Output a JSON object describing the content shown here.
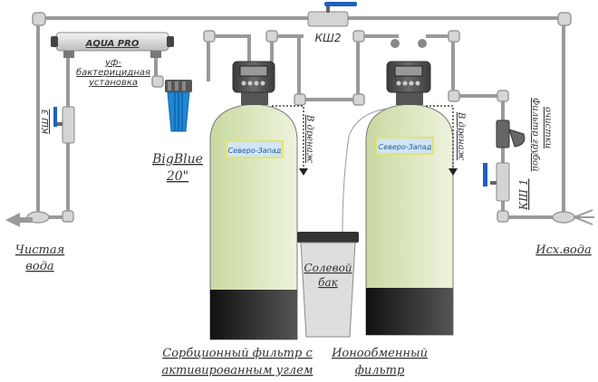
{
  "labels": {
    "uv_unit_brand": "AQUA PRO",
    "uv_unit_caption": [
      "уф-",
      "бактерицидная",
      "установка"
    ],
    "valve_2": "КШ2",
    "valve_3": "КШ 3",
    "valve_1": "КШ 1",
    "coarse_filter": [
      "Фильтр грубой",
      "очистки"
    ],
    "clean_water": [
      "Чистая",
      "вода"
    ],
    "source_water": "Исх.вода",
    "bigblue": [
      "BigBlue",
      "20\""
    ],
    "drain_left": "В дренаж",
    "drain_right": "В дренаж",
    "tank_badge_left": "Северо-Запад",
    "tank_badge_right": "Северо-Запад",
    "salt_tank": [
      "Солевой",
      "бак"
    ],
    "sorption_filter": [
      "Сорбционный фильтр с",
      "активированным углем"
    ],
    "ion_filter": [
      "Ионообменный",
      "фильтр"
    ]
  },
  "colors": {
    "pipe": "#9a9a9a",
    "tank_fill": "#d6e3b4",
    "tank_base": "#2a2a2a",
    "bigblue": "#1e88d6",
    "valve_handle": "#1f5fbf",
    "badge_bg": "#cfe6f5",
    "badge_border": "#e6e36a"
  }
}
